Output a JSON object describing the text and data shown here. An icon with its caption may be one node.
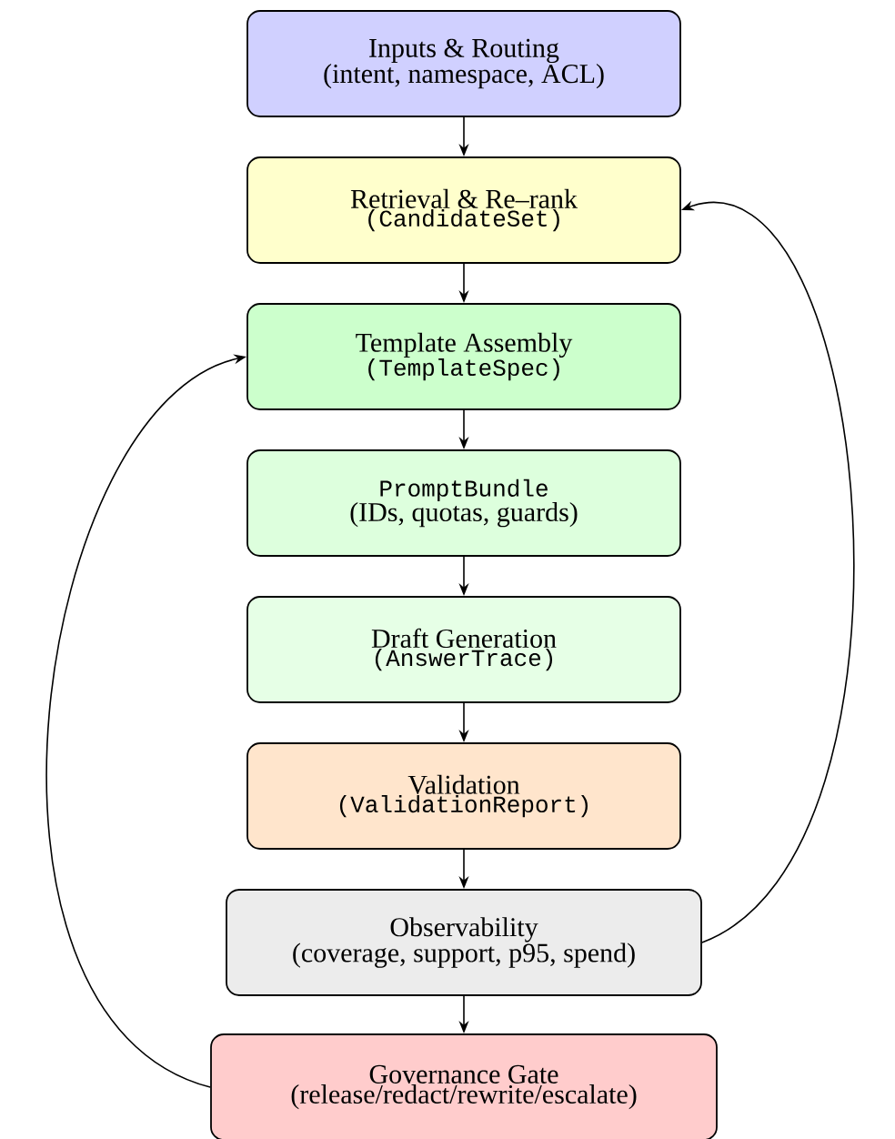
{
  "diagram": {
    "nodes": [
      {
        "text": [
          "Inputs & Routing",
          "(intent, namespace, ACL)"
        ]
      },
      {
        "text": [
          "Retrieval & Re–rank",
          "(CandidateSet)"
        ]
      },
      {
        "text": [
          "Template Assembly",
          "(TemplateSpec)"
        ]
      },
      {
        "text": [
          "PromptBundle",
          "(IDs, quotas, guards)"
        ]
      },
      {
        "text": [
          "Draft Generation",
          "(AnswerTrace)"
        ]
      },
      {
        "text": [
          "Validation",
          "(ValidationReport)"
        ]
      },
      {
        "text": [
          "Observability",
          "(coverage, support, p95, spend)"
        ]
      },
      {
        "text": [
          "Governance Gate",
          "(release/redact/rewrite/escalate)"
        ]
      }
    ],
    "edges": [
      {
        "from": 0,
        "to": 1,
        "arrow": "to"
      },
      {
        "from": 1,
        "to": 2,
        "arrow": "to"
      },
      {
        "from": 2,
        "to": 3,
        "arrow": "to"
      },
      {
        "from": 3,
        "to": 4,
        "arrow": "to"
      },
      {
        "from": 4,
        "to": 5,
        "arrow": "to"
      },
      {
        "from": 5,
        "to": 6,
        "arrow": "to"
      },
      {
        "from": 6,
        "to": 7,
        "arrow": "to"
      },
      {
        "from": 6,
        "to": 1,
        "arrow": "to"
      },
      {
        "from": 7,
        "to": 2,
        "arrow": "to"
      }
    ]
  }
}
